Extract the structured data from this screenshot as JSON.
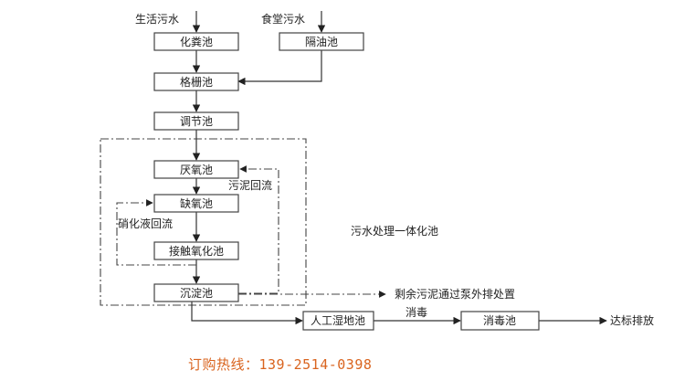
{
  "inputs": {
    "domestic_sewage": "生活污水",
    "canteen_sewage": "食堂污水"
  },
  "units": {
    "septic_tank": "化粪池",
    "grease_trap": "隔油池",
    "grid_tank": "格栅池",
    "equalization_tank": "调节池",
    "anaerobic_tank": "厌氧池",
    "anoxic_tank": "缺氧池",
    "contact_oxidation_tank": "接触氧化池",
    "sedimentation_tank": "沉淀池",
    "constructed_wetland": "人工湿地池",
    "disinfection_tank": "消毒池"
  },
  "labels": {
    "integrated_unit": "污水处理一体化池",
    "sludge_return": "污泥回流",
    "nitrate_return": "硝化液回流",
    "excess_sludge": "剩余污泥通过泵外排处置",
    "disinfect": "消毒",
    "discharge": "达标排放"
  },
  "footer": {
    "hotline": "订购热线：139-2514-0398"
  },
  "colors": {
    "hotline": "#d9641f"
  }
}
